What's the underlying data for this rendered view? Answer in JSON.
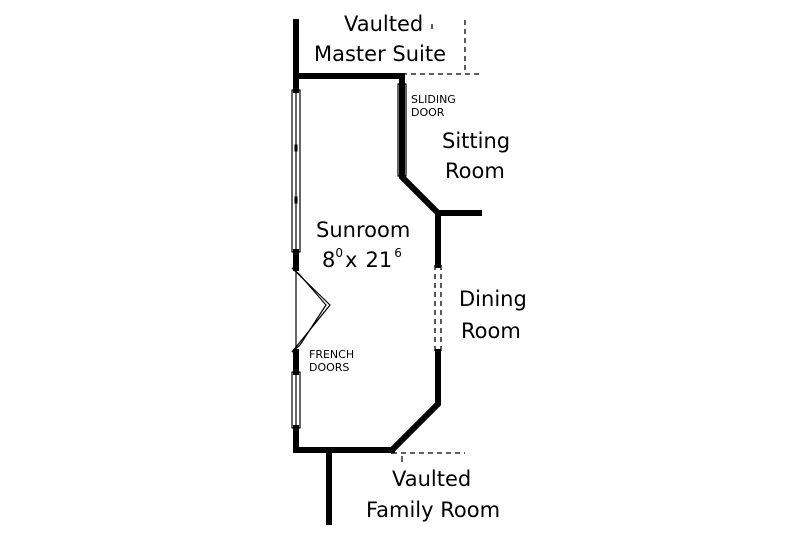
{
  "colors": {
    "background": "#ffffff",
    "ink": "#000000"
  },
  "labels": {
    "vaulted_master_line1": "Vaulted",
    "vaulted_master_line2": "Master Suite",
    "sliding_door_line1": "SLIDING",
    "sliding_door_line2": "DOOR",
    "sitting_line1": "Sitting",
    "sitting_line2": "Room",
    "sunroom_name": "Sunroom",
    "sunroom_dim_a": "8",
    "sunroom_dim_a_sup": "0",
    "sunroom_dim_sep": "x",
    "sunroom_dim_b": "21",
    "sunroom_dim_b_sup": "6",
    "dining_line1": "Dining",
    "dining_line2": "Room",
    "french_doors_line1": "FRENCH",
    "french_doors_line2": "DOORS",
    "vaulted_family_line1": "Vaulted",
    "vaulted_family_line2": "Family Room"
  }
}
